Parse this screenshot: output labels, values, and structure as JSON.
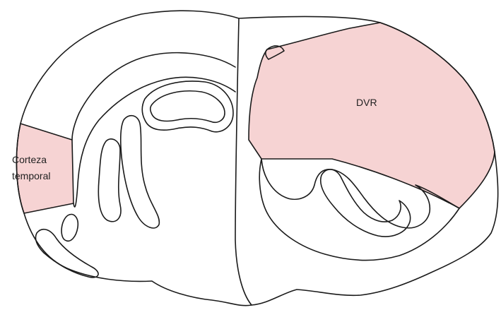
{
  "labels": {
    "temporal_cortex_line1": "Corteza",
    "temporal_cortex_line2": "temporal",
    "dvr": "DVR"
  },
  "colors": {
    "highlight_fill": "#f6d3d3",
    "outline": "#1a1a1a",
    "background": "#ffffff"
  }
}
